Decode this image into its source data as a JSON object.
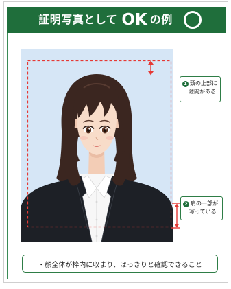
{
  "header": {
    "title_prefix": "証明写真として",
    "title_ok": "OK",
    "title_suffix": "の例",
    "ok_mark_icon": "circle-icon"
  },
  "callouts": [
    {
      "number": "1",
      "line1": "頭の上部に",
      "line2": "隙間がある"
    },
    {
      "number": "2",
      "line1": "肩の一部が",
      "line2": "写っている"
    }
  ],
  "caption": "・顔全体が枠内に収まり、はっきりと確認できること",
  "colors": {
    "brand_green": "#1f6e3b",
    "guide_red": "#e53935",
    "photo_background": "#d6e6f6"
  }
}
